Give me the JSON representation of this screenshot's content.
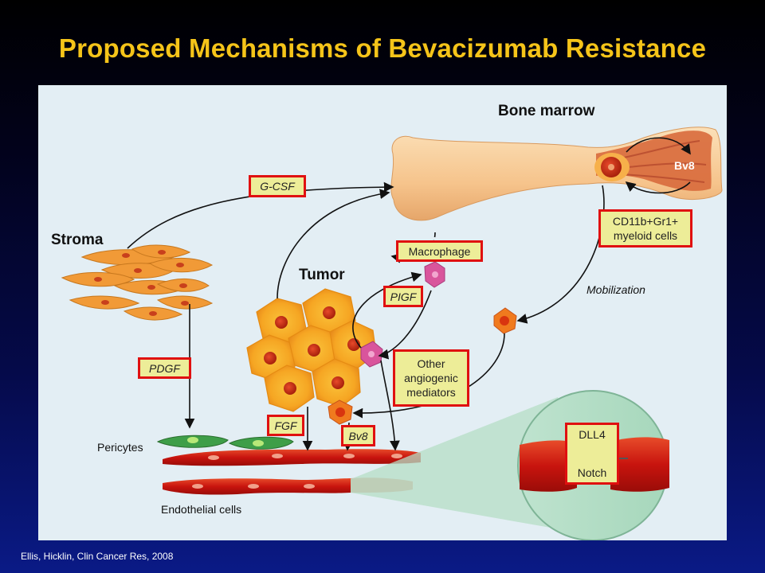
{
  "slide": {
    "title": "Proposed Mechanisms of Bevacizumab Resistance",
    "citation": "Ellis, Hicklin, Clin Cancer Res, 2008"
  },
  "diagram": {
    "labels": {
      "bone_marrow": "Bone marrow",
      "stroma": "Stroma",
      "tumor": "Tumor",
      "mobilization": "Mobilization",
      "pericytes": "Pericytes",
      "endothelial_cells": "Endothelial cells",
      "bv8_marrow": "Bv8"
    },
    "boxes": {
      "g_csf": "G-CSF",
      "macrophage": "Macrophage",
      "cd11b_line1": "CD11b+Gr1+",
      "cd11b_line2": "myeloid cells",
      "pigf": "PIGF",
      "other_line1": "Other",
      "other_line2": "angiogenic",
      "other_line3": "mediators",
      "pdgf": "PDGF",
      "fgf": "FGF",
      "bv8": "Bv8",
      "dll4": "DLL4",
      "notch": "Notch"
    },
    "colors": {
      "highlight_border": "#e01010",
      "box_fill": "#eded98",
      "title": "#f5c419"
    }
  }
}
